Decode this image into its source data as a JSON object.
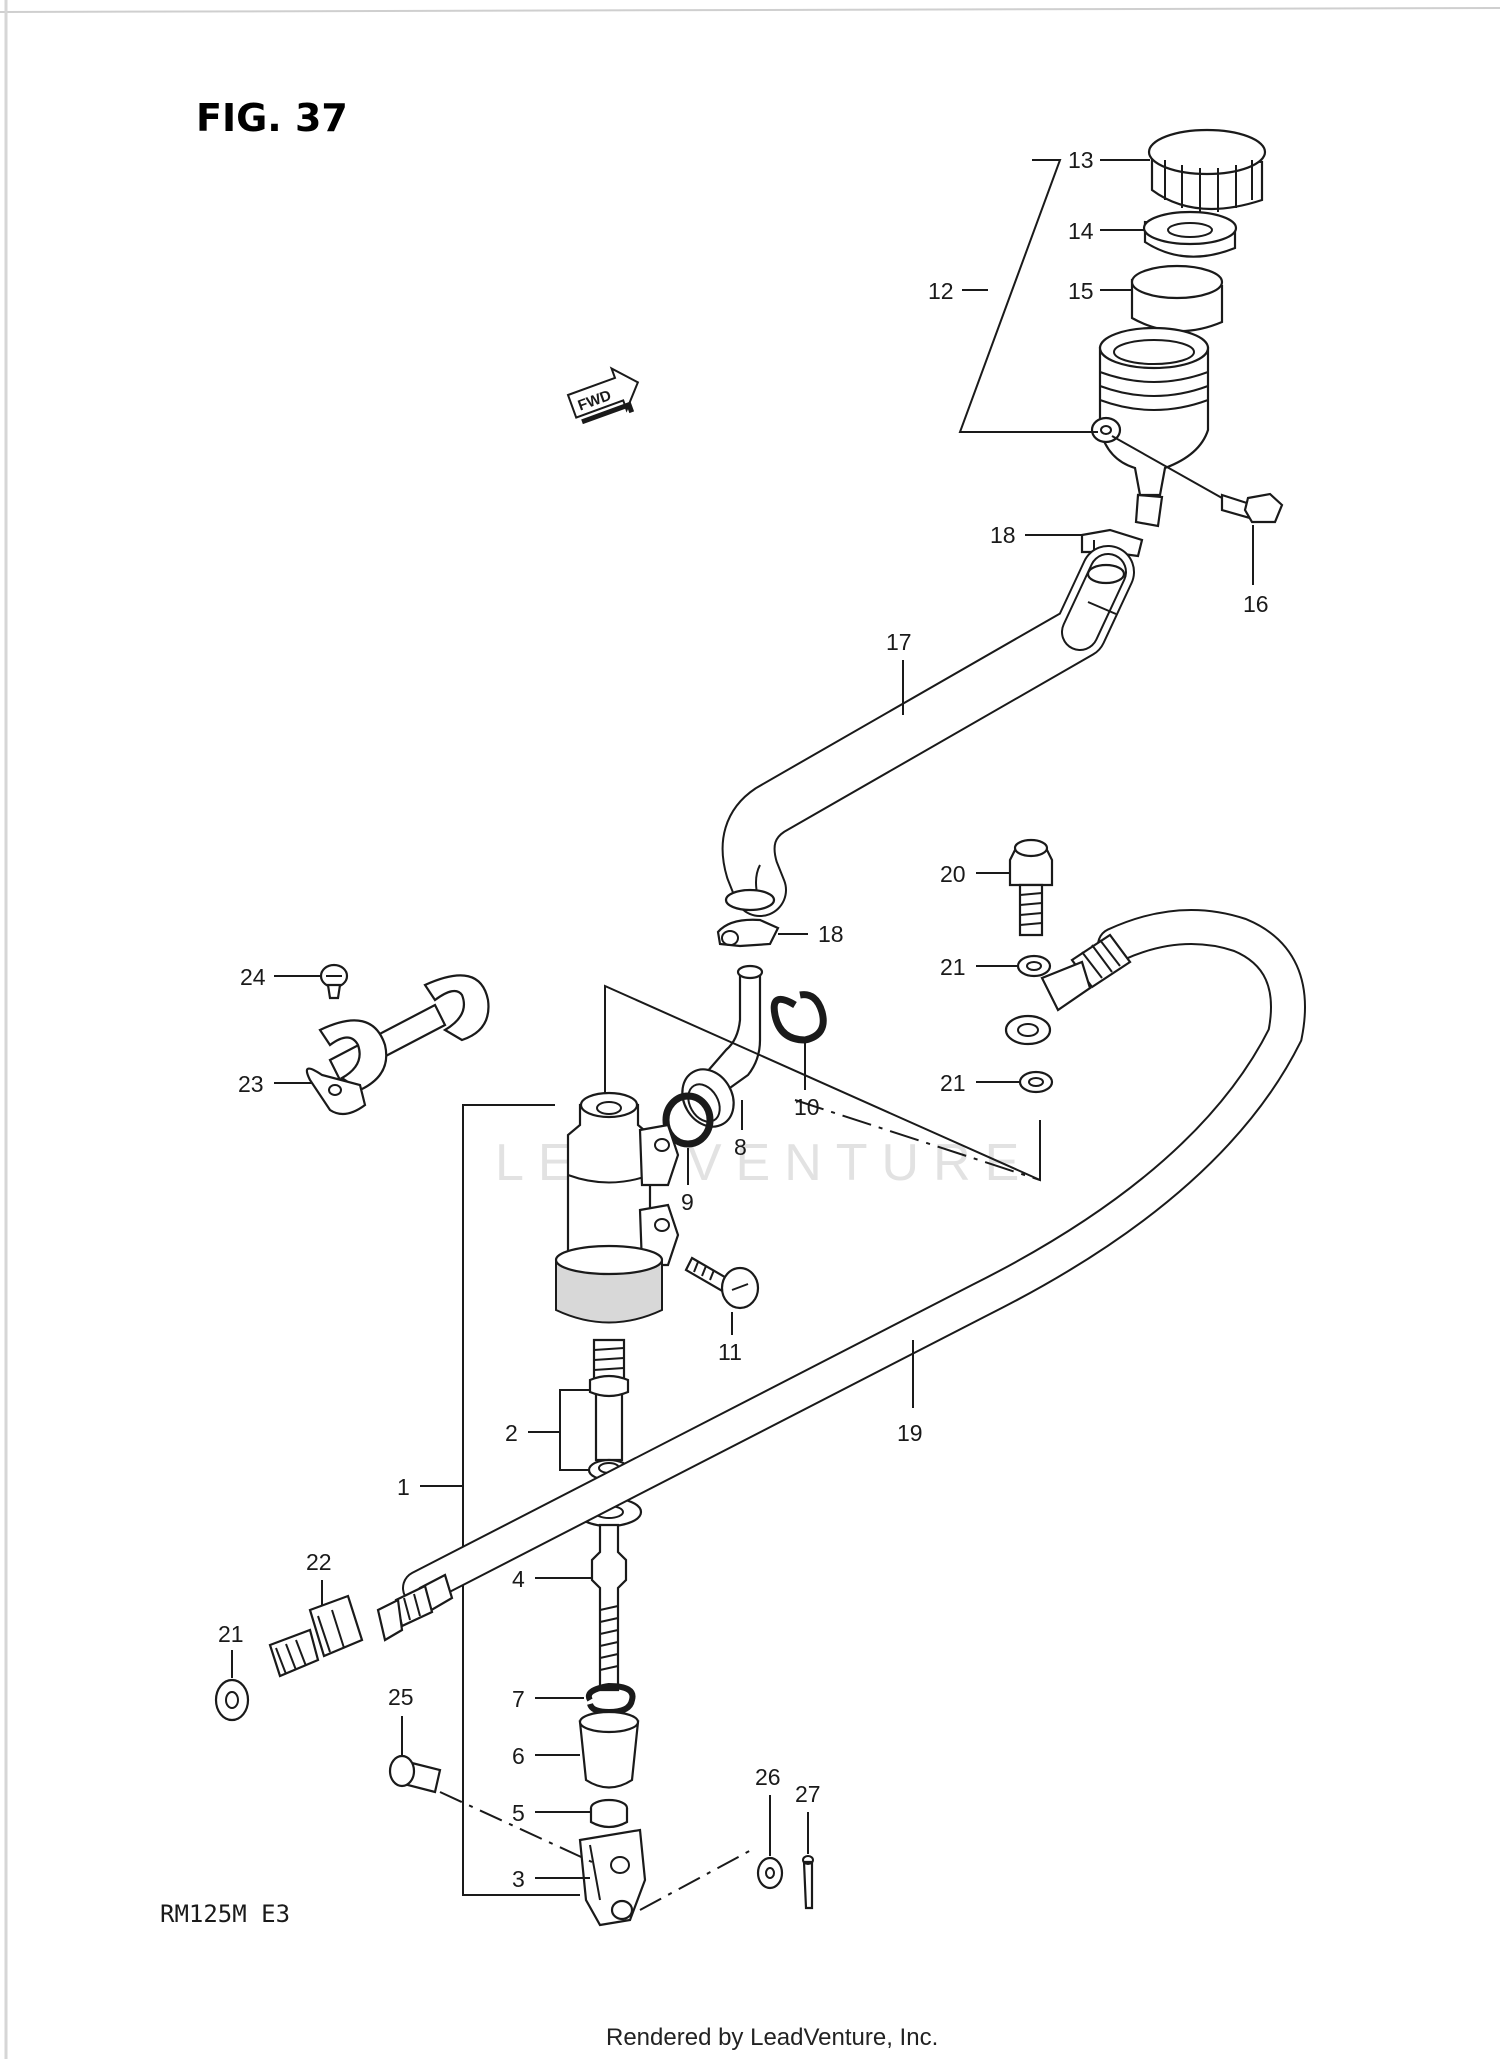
{
  "figure": {
    "title": "FIG. 37",
    "model_code": "RM125M  E3",
    "fwd_symbol": "FWD",
    "watermark": "LEADVENTURE",
    "footer": "Rendered by LeadVenture, Inc."
  },
  "callouts": [
    {
      "id": "c1",
      "label": "1"
    },
    {
      "id": "c2",
      "label": "2"
    },
    {
      "id": "c3",
      "label": "3"
    },
    {
      "id": "c4",
      "label": "4"
    },
    {
      "id": "c5",
      "label": "5"
    },
    {
      "id": "c6",
      "label": "6"
    },
    {
      "id": "c7",
      "label": "7"
    },
    {
      "id": "c8",
      "label": "8"
    },
    {
      "id": "c9",
      "label": "9"
    },
    {
      "id": "c10",
      "label": "10"
    },
    {
      "id": "c11",
      "label": "11"
    },
    {
      "id": "c12",
      "label": "12"
    },
    {
      "id": "c13",
      "label": "13"
    },
    {
      "id": "c14",
      "label": "14"
    },
    {
      "id": "c15",
      "label": "15"
    },
    {
      "id": "c16",
      "label": "16"
    },
    {
      "id": "c17",
      "label": "17"
    },
    {
      "id": "c18a",
      "label": "18"
    },
    {
      "id": "c18b",
      "label": "18"
    },
    {
      "id": "c19",
      "label": "19"
    },
    {
      "id": "c20",
      "label": "20"
    },
    {
      "id": "c21a",
      "label": "21"
    },
    {
      "id": "c21b",
      "label": "21"
    },
    {
      "id": "c21c",
      "label": "21"
    },
    {
      "id": "c22",
      "label": "22"
    },
    {
      "id": "c23",
      "label": "23"
    },
    {
      "id": "c24",
      "label": "24"
    },
    {
      "id": "c25",
      "label": "25"
    },
    {
      "id": "c26",
      "label": "26"
    },
    {
      "id": "c27",
      "label": "27"
    }
  ]
}
